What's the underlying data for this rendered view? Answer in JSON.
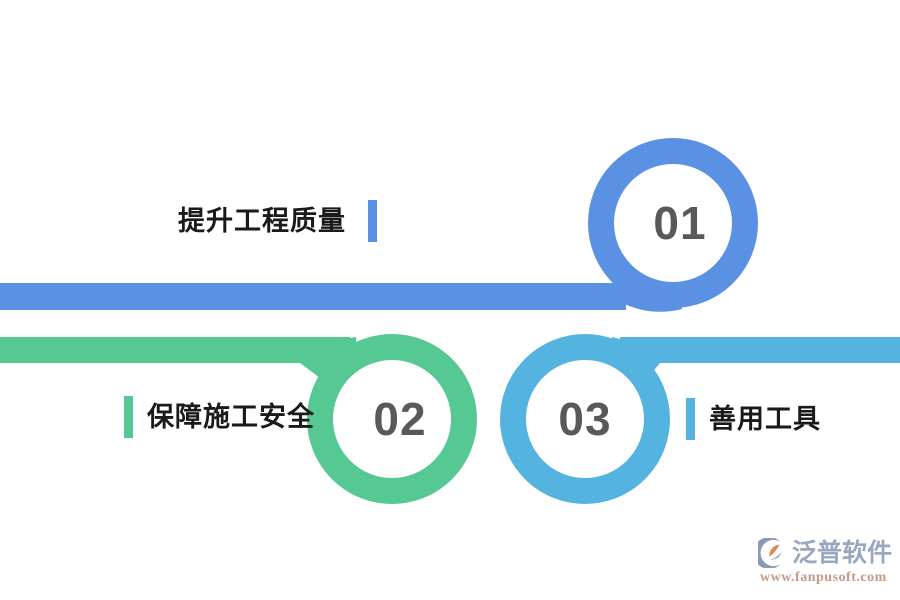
{
  "diagram": {
    "type": "numbered-process-steps",
    "background": "#ffffff",
    "steps": [
      {
        "number": "01",
        "label": "提升工程质量",
        "color": "#5B91E3",
        "accent_side": "right",
        "track_side": "left"
      },
      {
        "number": "02",
        "label": "保障施工安全",
        "color": "#55C894",
        "accent_side": "left",
        "track_side": "left"
      },
      {
        "number": "03",
        "label": "善用工具",
        "color": "#55B4DF",
        "accent_side": "left",
        "track_side": "right"
      }
    ],
    "number_color": "#595959",
    "label_color": "#1a1a1a"
  },
  "watermark": {
    "brand": "泛普软件",
    "url": "www.fanpusoft.com",
    "mark_color": "#8a9ab5",
    "mark_accent": "#e08a4a",
    "brand_color": "#9aa7c0",
    "url_color": "#c79a8a"
  }
}
